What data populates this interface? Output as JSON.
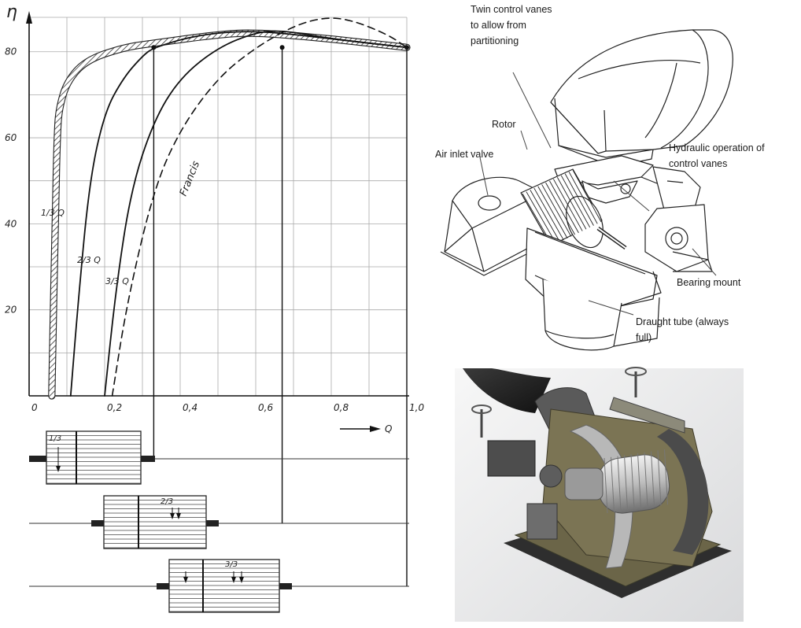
{
  "chart": {
    "y_axis_symbol": "η",
    "x_axis_symbol": "Q",
    "y_ticks": [
      "20",
      "40",
      "60",
      "80"
    ],
    "x_ticks": [
      "0",
      "0,2",
      "0,4",
      "0,6",
      "0,8",
      "1,0"
    ],
    "curve_labels": [
      "1/3 Q",
      "2/3 Q",
      "3/3 Q",
      "Francis"
    ],
    "cell_labels": [
      "1/3",
      "2/3",
      "3/3"
    ]
  },
  "chart_data": {
    "type": "line",
    "xlabel": "Q",
    "ylabel": "η",
    "xlim": [
      0,
      1.0
    ],
    "ylim": [
      0,
      88
    ],
    "grid": true,
    "series": [
      {
        "name": "1/3 Q",
        "x": [
          0.06,
          0.07,
          0.075,
          0.08,
          0.1,
          0.15,
          0.25,
          0.33,
          0.5,
          0.6,
          0.8,
          1.0
        ],
        "y": [
          0,
          45,
          62,
          67,
          73,
          78,
          81,
          82,
          84,
          84.5,
          83,
          81
        ]
      },
      {
        "name": "2/3 Q",
        "x": [
          0.11,
          0.13,
          0.16,
          0.2,
          0.25,
          0.3,
          0.33,
          0.45,
          0.6,
          0.8,
          1.0
        ],
        "y": [
          0,
          22,
          50,
          66,
          74,
          79,
          81,
          84,
          85,
          83,
          81
        ]
      },
      {
        "name": "3/3 Q",
        "x": [
          0.2,
          0.23,
          0.27,
          0.33,
          0.4,
          0.5,
          0.6,
          0.67,
          0.8,
          1.0
        ],
        "y": [
          0,
          25,
          48,
          64,
          74,
          81,
          84.5,
          85,
          83,
          81
        ]
      },
      {
        "name": "Francis",
        "x": [
          0.22,
          0.26,
          0.33,
          0.4,
          0.5,
          0.6,
          0.7,
          0.78,
          0.85,
          0.95,
          1.0
        ],
        "y": [
          0,
          22,
          48,
          62,
          74,
          81,
          86,
          88,
          87.5,
          84,
          81
        ]
      }
    ],
    "marked_points": [
      {
        "x": 0.33,
        "y": 81
      },
      {
        "x": 0.67,
        "y": 81
      },
      {
        "x": 1.0,
        "y": 81
      }
    ]
  },
  "labels": {
    "twin_vanes": [
      "Twin control vanes",
      "to allow from",
      "partitioning"
    ],
    "rotor": "Rotor",
    "air_inlet": "Air inlet valve",
    "hydraulic": [
      "Hydraulic operation of",
      "control vanes"
    ],
    "bearing": "Bearing mount",
    "draught": [
      "Draught tube (always",
      "full)"
    ]
  }
}
